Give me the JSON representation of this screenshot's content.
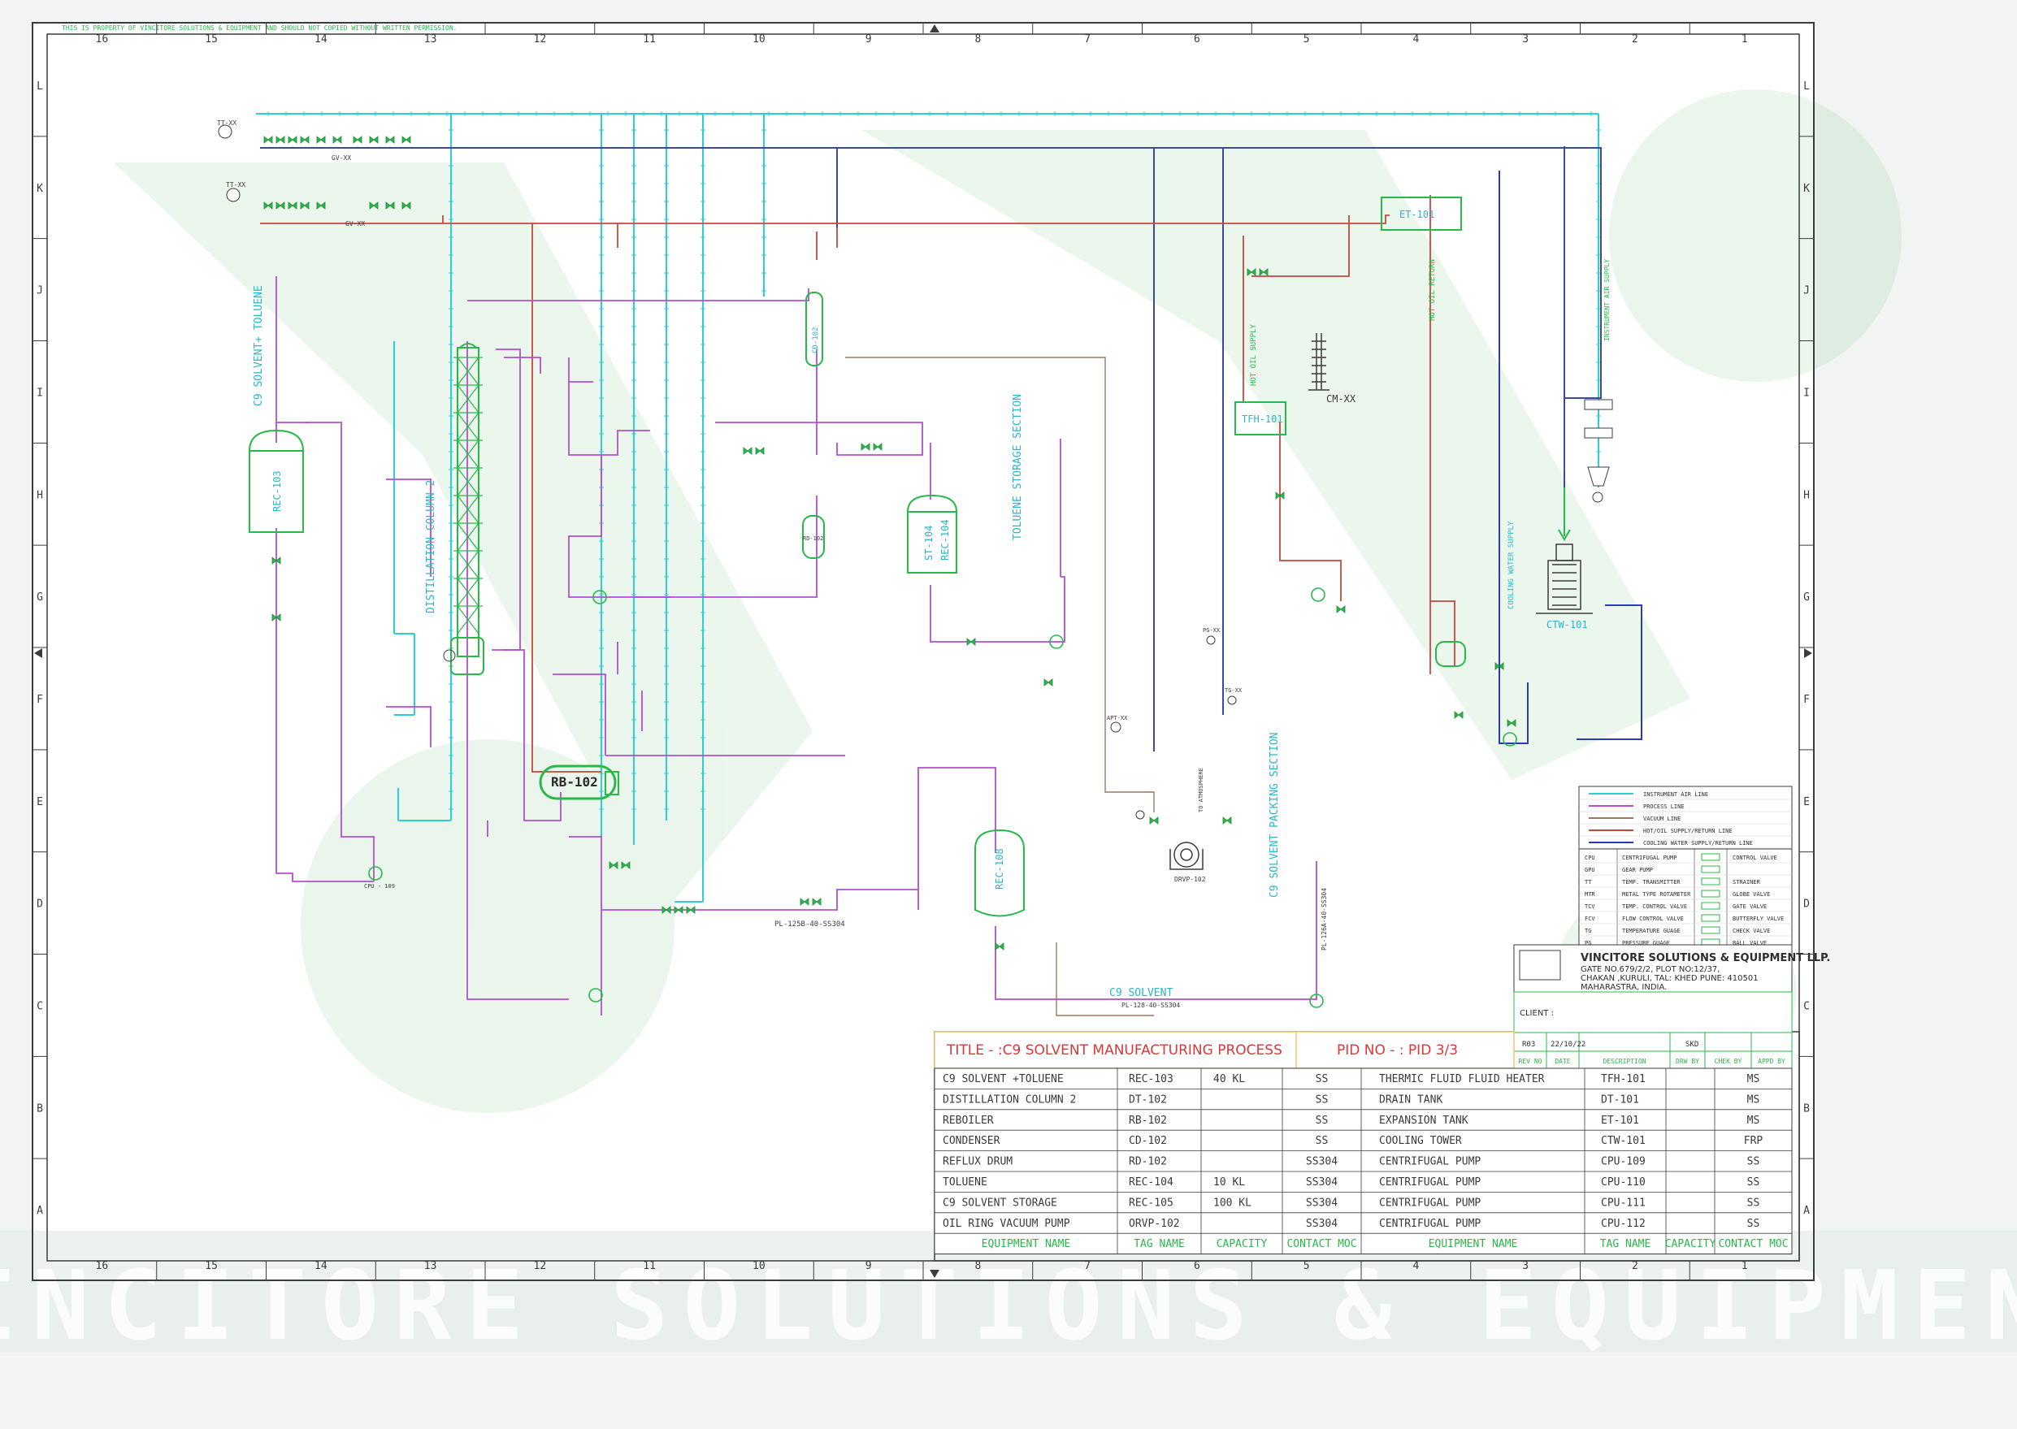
{
  "watermark_notice": "THIS IS PROPERTY OF VINCITORE SOLUTIONS & EQUIPMENT AND SHOULD NOT COPIED WITHOUT WRITTEN PERMISSION.",
  "grid": {
    "columns": [
      "16",
      "15",
      "14",
      "13",
      "12",
      "11",
      "10",
      "9",
      "8",
      "7",
      "6",
      "5",
      "4",
      "3",
      "2",
      "1"
    ],
    "rows": [
      "L",
      "K",
      "J",
      "I",
      "H",
      "G",
      "F",
      "E",
      "D",
      "C",
      "B",
      "A"
    ]
  },
  "colors": {
    "air": "#2ccfd6",
    "process": "#b24fd3",
    "vacuum": "#3a49a8",
    "hot_oil": "#c8473c",
    "cooling": "#2a3ab8",
    "equip": "#29b84a",
    "label_cyan": "#29b7cc",
    "title_red": "#d63a3a",
    "frame": "#3c3c3c"
  },
  "equipment": {
    "rec103": "REC-103",
    "dt102": "DISTILLATION COLUMN 2",
    "rb102": "RB-102",
    "cd102": "CD-102",
    "rd102": "RD-102",
    "st104": "ST-104",
    "rec104": "REC-104",
    "rec108": "REC-108",
    "tfh101": "TFH-101",
    "et101": "ET-101",
    "ctw101": "CTW-101",
    "cmxx": "CM-XX",
    "drvp102": "DRVP-102",
    "cpu109": "CPU - 109"
  },
  "stream_labels": {
    "c9_toluene": "C9 SOLVENT+ TOLUENE",
    "toluene_storage": "TOLUENE STORAGE SECTION",
    "c9_packing": "C9 SOLVENT PACKING SECTION",
    "c9_solvent": "C9 SOLVENT",
    "c9_line": "PL-128-40-SS304",
    "rb_line": "PL-125B-40-SS304",
    "packing_line": "PL-126A-40-SS304",
    "hot_oil_supply": "HOT OIL SUPPLY",
    "hot_oil_return": "HOT OIL RETURN",
    "cooling_water": "COOLING WATER SUPPLY",
    "instrument_air": "INSTRUMENT AIR SUPPLY",
    "to_atmosphere": "TO ATMOSPHERE",
    "tt_xx_1": "TT-XX",
    "tt_xx_2": "TT-XX",
    "gv_xx_1": "GV-XX",
    "gv_xx_2": "GV-XX",
    "apt_xx": "APT-XX",
    "pg_xx": "PG-XX",
    "tg_xx": "TG-XX"
  },
  "legend": {
    "lines": [
      "INSTRUMENT AIR LINE",
      "PROCESS LINE",
      "VACUUM LINE",
      "HOT/OIL SUPPLY/RETURN LINE",
      "COOLING WATER SUPPLY/RETURN LINE"
    ],
    "symbols": [
      {
        "code": "CPU",
        "name": "CENTRIFUGAL PUMP",
        "right": "CONTROL VALVE"
      },
      {
        "code": "GPU",
        "name": "GEAR PUMP",
        "right": ""
      },
      {
        "code": "TT",
        "name": "TEMP. TRANSMITTER",
        "right": "STRAINER"
      },
      {
        "code": "MTR",
        "name": "METAL TYPE ROTAMETER",
        "right": "GLOBE VALVE"
      },
      {
        "code": "TCV",
        "name": "TEMP. CONTROL VALVE",
        "right": "GATE VALVE"
      },
      {
        "code": "FCV",
        "name": "FLOW CONTROL VALVE",
        "right": "BUTTERFLY VALVE"
      },
      {
        "code": "TG",
        "name": "TEMPERATURE GUAGE",
        "right": "CHECK VALVE"
      },
      {
        "code": "PG",
        "name": "PRESSURE GUAGE",
        "right": "BALL VALVE"
      }
    ]
  },
  "company": {
    "name": "VINCITORE SOLUTIONS & EQUIPMENT LLP.",
    "line1": "GATE NO.679/2/2, PLOT NO:12/37,",
    "line2": "CHAKAN ,KURULI, TAL: KHED PUNE: 410501",
    "line3": "MAHARASTRA, INDIA.",
    "client": "CLIENT :"
  },
  "revision": {
    "rev": "R03",
    "date": "22/10/22",
    "drawn": "SKD",
    "headers": [
      "REV NO",
      "DATE",
      "DESCRIPTION",
      "DRW BY",
      "CHEK BY",
      "APPD BY"
    ]
  },
  "title": {
    "title": "TITLE - :C9 SOLVENT MANUFACTURING PROCESS",
    "pid": "PID NO - : PID 3/3"
  },
  "equipment_table": {
    "rows": [
      [
        "C9 SOLVENT +TOLUENE",
        "REC-103",
        "40 KL",
        "SS",
        "THERMIC FLUID FLUID HEATER",
        "TFH-101",
        "",
        "MS"
      ],
      [
        "DISTILLATION COLUMN 2",
        "DT-102",
        "",
        "SS",
        "DRAIN TANK",
        "DT-101",
        "",
        "MS"
      ],
      [
        "REBOILER",
        "RB-102",
        "",
        "SS",
        "EXPANSION TANK",
        "ET-101",
        "",
        "MS"
      ],
      [
        "CONDENSER",
        "CD-102",
        "",
        "SS",
        "COOLING TOWER",
        "CTW-101",
        "",
        "FRP"
      ],
      [
        "REFLUX DRUM",
        "RD-102",
        "",
        "SS304",
        "CENTRIFUGAL PUMP",
        "CPU-109",
        "",
        "SS"
      ],
      [
        "TOLUENE",
        "REC-104",
        "10 KL",
        "SS304",
        "CENTRIFUGAL PUMP",
        "CPU-110",
        "",
        "SS"
      ],
      [
        "C9 SOLVENT STORAGE",
        "REC-105",
        "100 KL",
        "SS304",
        "CENTRIFUGAL PUMP",
        "CPU-111",
        "",
        "SS"
      ],
      [
        "OIL RING VACUUM PUMP",
        "ORVP-102",
        "",
        "SS304",
        "CENTRIFUGAL PUMP",
        "CPU-112",
        "",
        "SS"
      ]
    ],
    "headers": [
      "EQUIPMENT NAME",
      "TAG NAME",
      "CAPACITY",
      "CONTACT MOC",
      "EQUIPMENT NAME",
      "TAG NAME",
      "CAPACITY",
      "CONTACT MOC"
    ]
  },
  "footer_watermark": "VINCITORE SOLUTIONS & EQUIPMENT"
}
